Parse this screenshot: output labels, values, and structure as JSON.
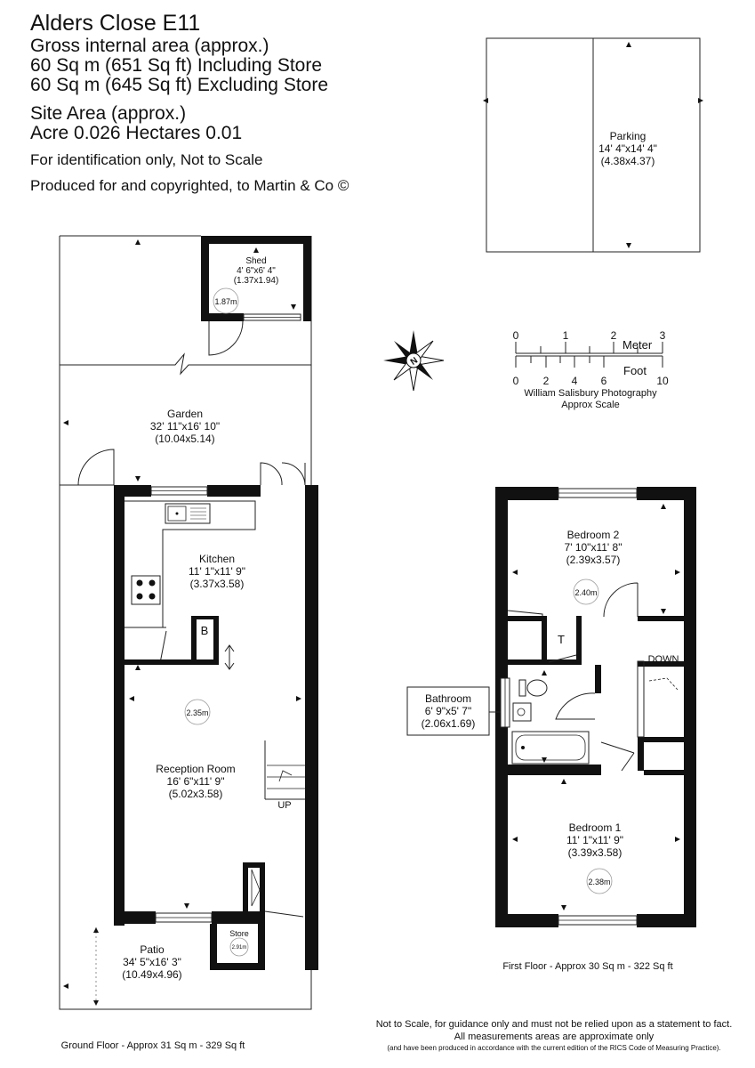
{
  "header": {
    "title": "Alders Close E11",
    "gia_label": "Gross internal area (approx.)",
    "area_including_store": "60 Sq m (651 Sq ft) Including Store",
    "area_excluding_store": "60 Sq m (645 Sq ft) Excluding Store",
    "site_area_label": "Site Area (approx.)",
    "site_area_value": "Acre 0.026 Hectares 0.01",
    "disclaimer_line1": "For identification only, Not to Scale",
    "disclaimer_line2": "Produced for and copyrighted, to Martin & Co ©"
  },
  "rooms": {
    "parking": {
      "name": "Parking",
      "dim_imperial": "14' 4\"x14' 4\"",
      "dim_metric": "(4.38x4.37)"
    },
    "shed": {
      "name": "Shed",
      "dim_imperial": "4' 6\"x6' 4\"",
      "dim_metric": "(1.37x1.94)",
      "height": "1.87m"
    },
    "garden": {
      "name": "Garden",
      "dim_imperial": "32' 11\"x16' 10\"",
      "dim_metric": "(10.04x5.14)"
    },
    "kitchen": {
      "name": "Kitchen",
      "dim_imperial": "11' 1\"x11' 9\"",
      "dim_metric": "(3.37x3.58)",
      "boiler": "B"
    },
    "reception": {
      "name": "Reception Room",
      "dim_imperial": "16' 6\"x11' 9\"",
      "dim_metric": "(5.02x3.58)",
      "height": "2.35m",
      "stairs": "UP"
    },
    "store": {
      "name": "Store",
      "height": "2.91m"
    },
    "patio": {
      "name": "Patio",
      "dim_imperial": "34' 5\"x16' 3\"",
      "dim_metric": "(10.49x4.96)"
    },
    "bedroom2": {
      "name": "Bedroom 2",
      "dim_imperial": "7' 10\"x11' 8\"",
      "dim_metric": "(2.39x3.57)",
      "height": "2.40m"
    },
    "bathroom": {
      "name": "Bathroom",
      "dim_imperial": "6' 9\"x5' 7\"",
      "dim_metric": "(2.06x1.69)",
      "cupboard": "T"
    },
    "bedroom1": {
      "name": "Bedroom 1",
      "dim_imperial": "11' 1\"x11' 9\"",
      "dim_metric": "(3.39x3.58)",
      "height": "2.38m"
    },
    "landing": {
      "stairs": "DOWN"
    }
  },
  "scale": {
    "meter_label": "Meter",
    "meter_ticks": [
      "0",
      "1",
      "2",
      "3"
    ],
    "foot_label": "Foot",
    "foot_ticks": [
      "0",
      "2",
      "4",
      "6",
      "10"
    ],
    "credit": "William Salisbury Photography",
    "caption": "Approx Scale"
  },
  "compass": {
    "letter": "N"
  },
  "floors": {
    "ground": "Ground Floor - Approx 31 Sq m - 329 Sq ft",
    "first": "First Floor - Approx 30 Sq m - 322 Sq ft"
  },
  "footer": {
    "line1": "Not to Scale, for guidance only and must not be relied upon as a statement to fact.",
    "line2": "All measurements areas are approximate only",
    "line3": "(and have been produced in accordance with the current edition of the RICS Code of Measuring Practice)."
  }
}
